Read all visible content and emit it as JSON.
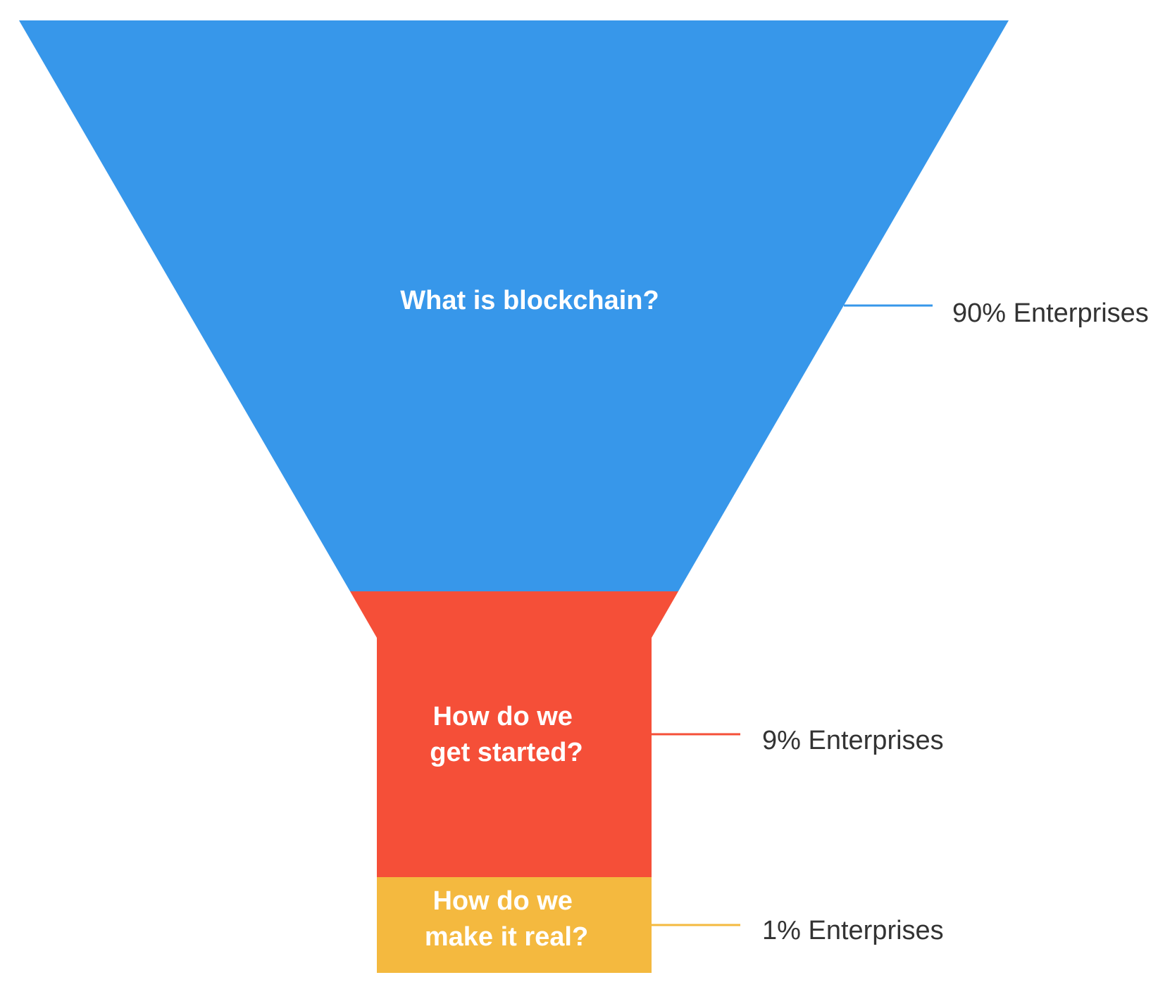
{
  "stages": [
    {
      "label_lines": [
        "What is blockchain?"
      ],
      "percent_label": "90% Enterprises",
      "value": 90,
      "color": "#3797EA"
    },
    {
      "label_lines": [
        "How do we",
        "get started?"
      ],
      "percent_label": "9% Enterprises",
      "value": 9,
      "color": "#F54F38"
    },
    {
      "label_lines": [
        "How do we",
        "make it real?"
      ],
      "percent_label": "1% Enterprises",
      "value": 1,
      "color": "#F4B93F"
    }
  ]
}
